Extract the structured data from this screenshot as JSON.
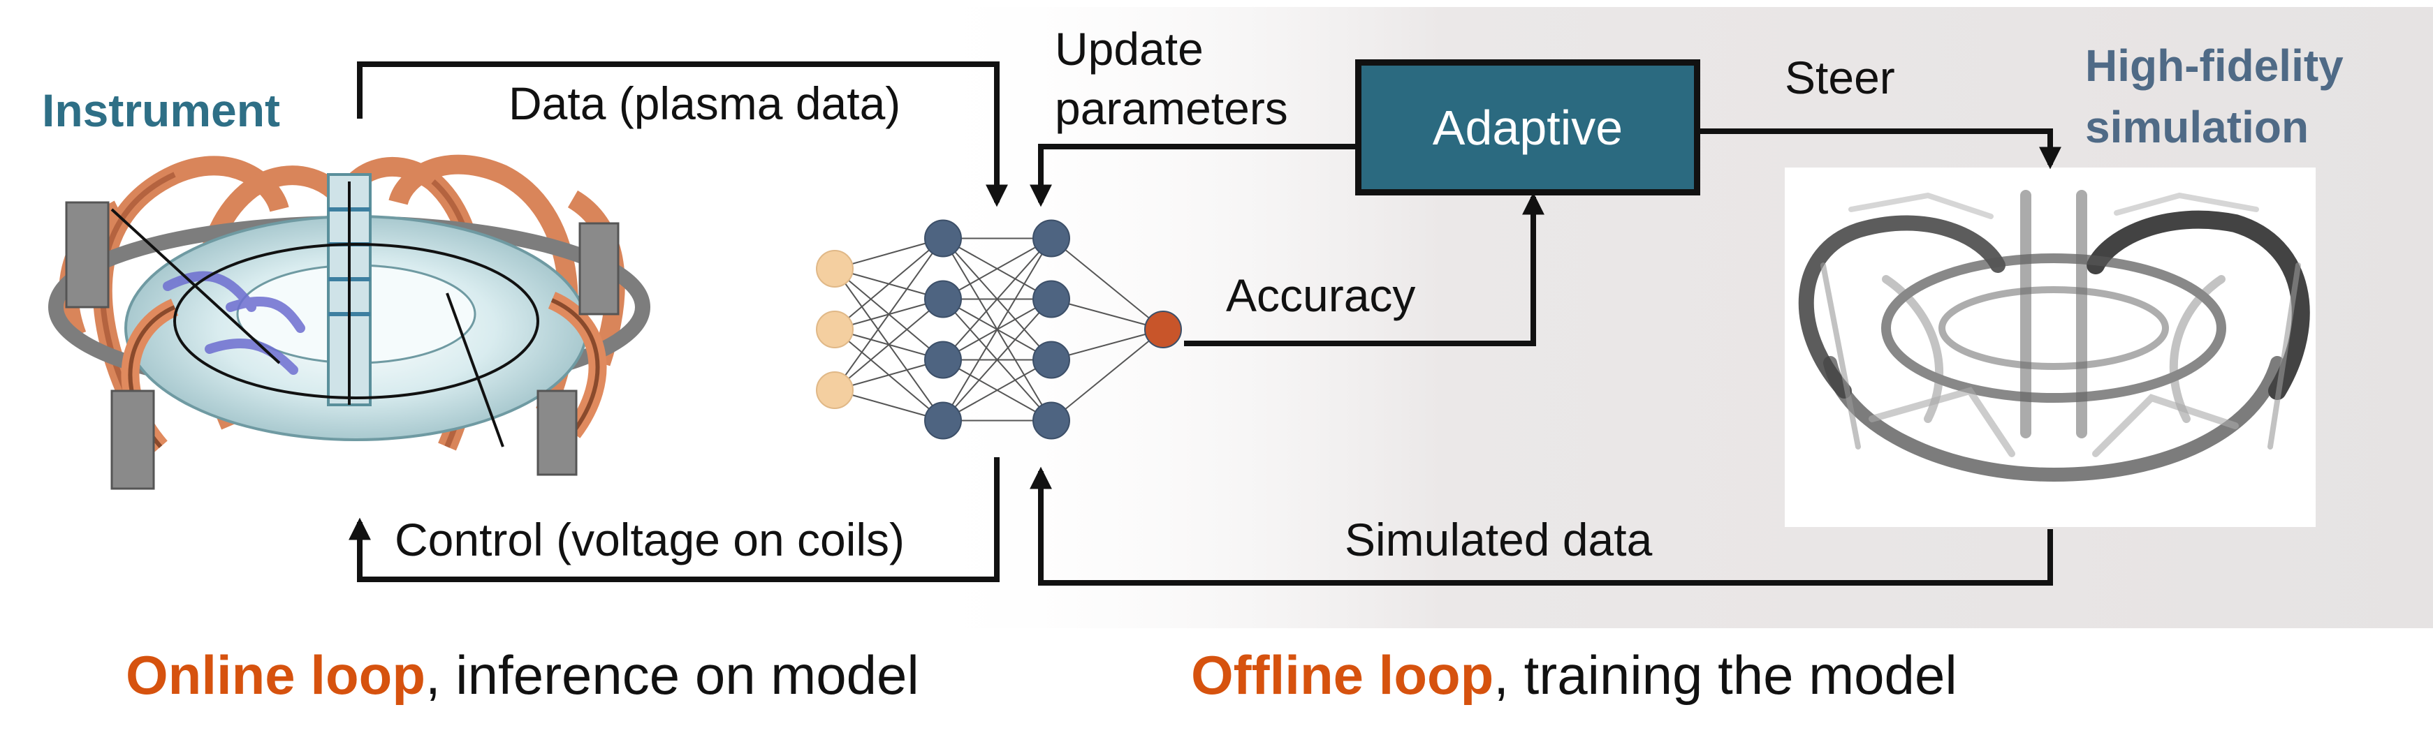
{
  "labels": {
    "instrument": "Instrument",
    "data_plasma": "Data (plasma data)",
    "update_line1": "Update",
    "update_line2": "parameters",
    "adaptive": "Adaptive",
    "steer": "Steer",
    "hifi_line1": "High-fidelity",
    "hifi_line2": "simulation",
    "accuracy": "Accuracy",
    "control": "Control (voltage on coils)",
    "simulated": "Simulated data"
  },
  "captions": {
    "online_bold": "Online loop",
    "online_rest": ", inference on model",
    "offline_bold": "Offline loop",
    "offline_rest": ", training the model"
  },
  "colors": {
    "accent": "#d6520e",
    "box_fill": "#2b6a80",
    "instrument_text": "#2e6f86",
    "simulation_text": "#4f6a86",
    "input_node": "#f4cfa0",
    "hidden_node": "#4e6481",
    "output_node": "#c8552a",
    "offline_bg": "#e9e6e6"
  },
  "network": {
    "layers": [
      3,
      4,
      4,
      1
    ]
  }
}
